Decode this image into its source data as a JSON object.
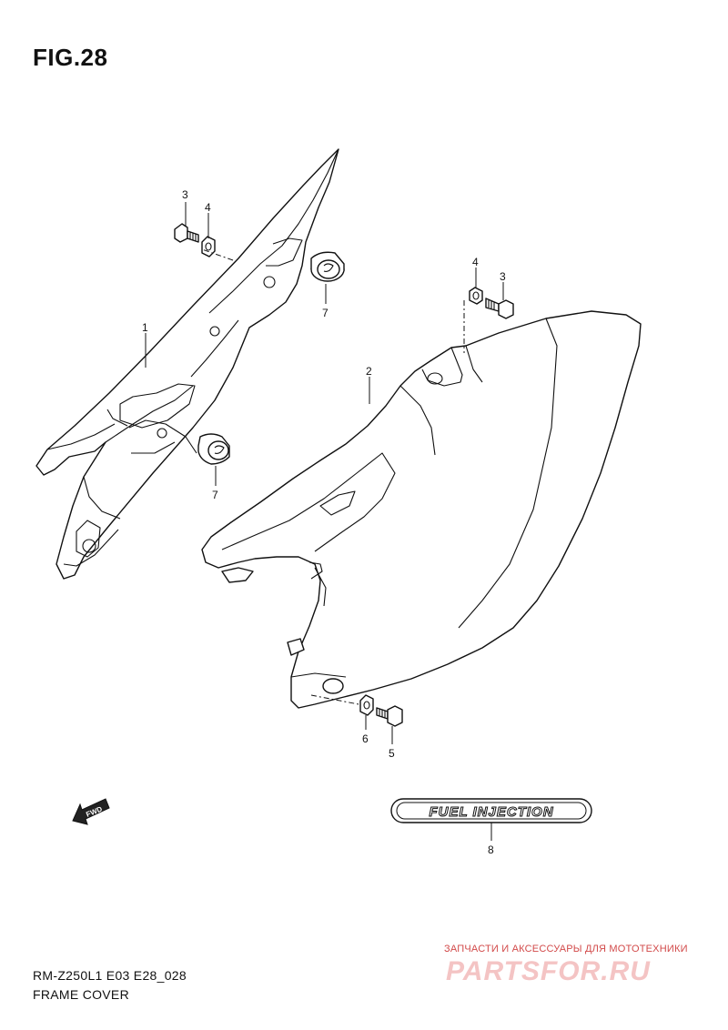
{
  "figure": {
    "title": "FIG.28"
  },
  "callouts": {
    "c1": "1",
    "c2": "2",
    "c3a": "3",
    "c3b": "3",
    "c4a": "4",
    "c4b": "4",
    "c5": "5",
    "c6": "6",
    "c7a": "7",
    "c7b": "7",
    "c8": "8"
  },
  "decal": {
    "text": "FUEL INJECTION"
  },
  "fwd_arrow": {
    "text": "FWD",
    "icon": "fwd-arrow-icon"
  },
  "footer": {
    "code": "RM-Z250L1 E03 E28_028",
    "name": "FRAME COVER"
  },
  "watermark": {
    "caption": "ЗАПЧАСТИ И АКСЕССУАРЫ ДЛЯ МОТОТЕХНИКИ",
    "logo": "PARTSFOR.RU",
    "color": "#d24a4a"
  }
}
